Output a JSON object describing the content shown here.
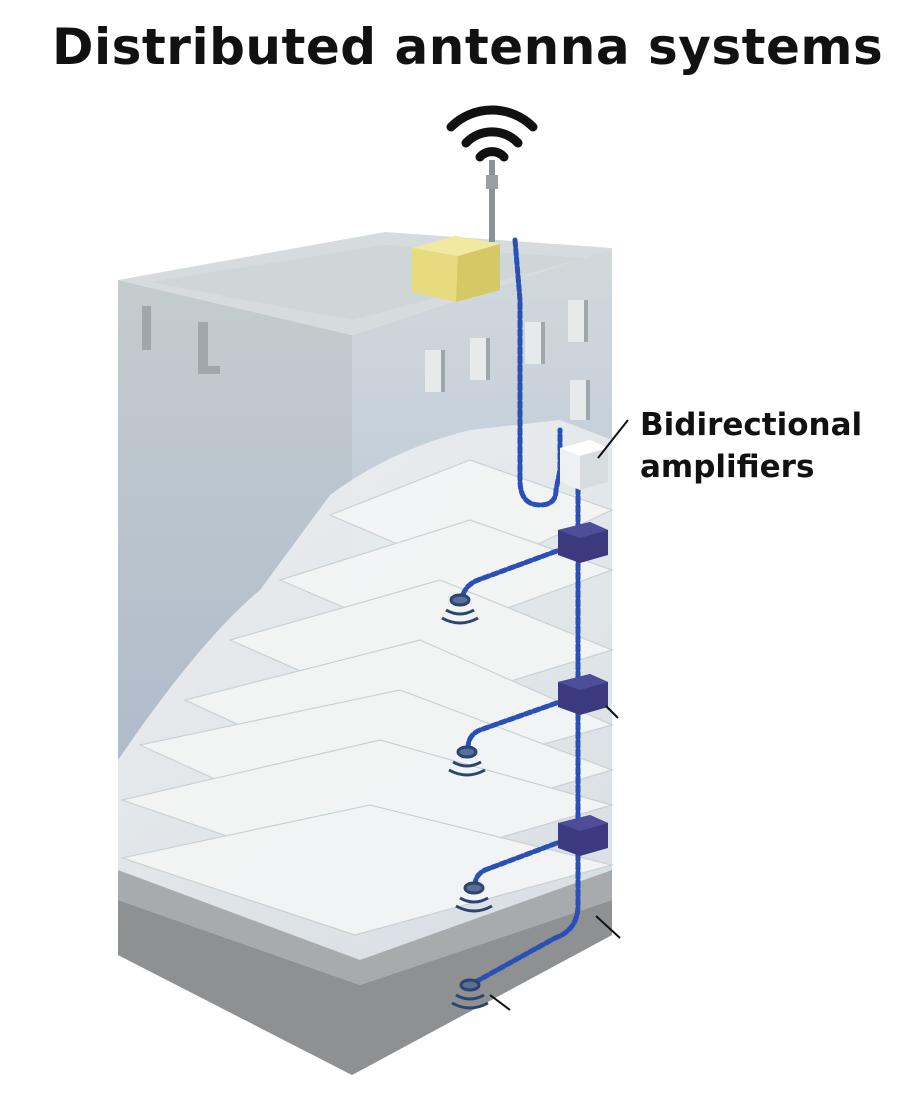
{
  "title": "Distributed antenna systems",
  "callout": {
    "line1": "Bidirectional",
    "line2": "amplifiers"
  },
  "colors": {
    "building_wall": "#c9d2d4",
    "building_roof": "#d6dcdd",
    "roof_unit": "#e6db7e",
    "amplifier": "#3b3a7e",
    "cable": "#2a4fb5",
    "ground": "#8e9091",
    "floor_slab": "#f4f6f6"
  }
}
